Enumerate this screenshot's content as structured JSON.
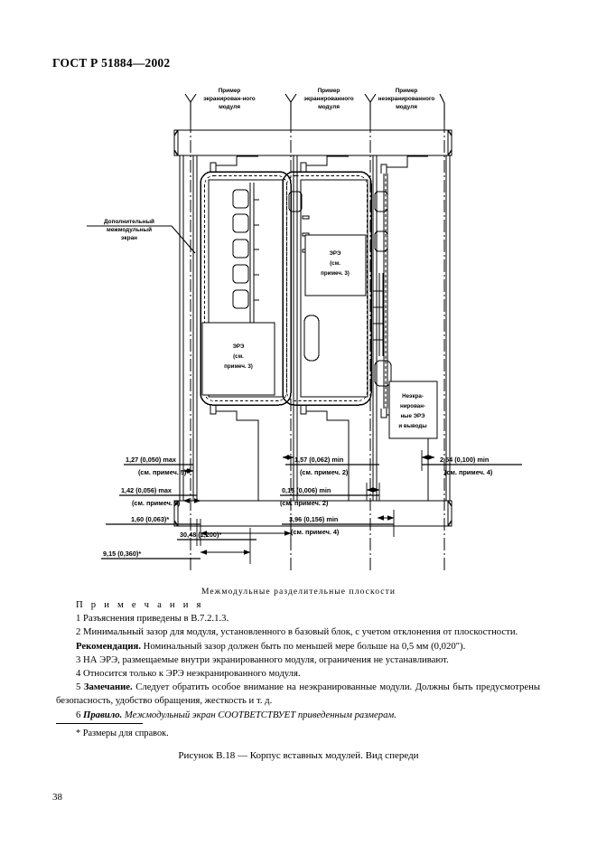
{
  "document": {
    "standard_header": "ГОСТ Р 51884—2002",
    "page_number": "38",
    "figure_caption": "Рисунок В.18 — Корпус вставных модулей. Вид спереди",
    "plane_caption": "Межмодульные разделительные плоскости",
    "footnote": "* Размеры для справок."
  },
  "diagram": {
    "top_labels": [
      {
        "line1": "Пример",
        "line2": "экранирован-ного",
        "line3": "модуля"
      },
      {
        "line1": "Пример",
        "line2": "экранированного",
        "line3": "модуля"
      },
      {
        "line1": "Пример",
        "line2": "неэкранированного",
        "line3": "модуля"
      }
    ],
    "callout_shield": {
      "line1": "Дополнительный",
      "line2": "межмодульный",
      "line3": "экран"
    },
    "box_left": {
      "line1": "ЭРЭ",
      "line2": "(см.",
      "line3": "примеч. 3)"
    },
    "box_mid": {
      "line1": "ЭРЭ",
      "line2": "(см.",
      "line3": "примеч. 3)"
    },
    "box_right": {
      "line1": "Неэкра-",
      "line2": "нирован-",
      "line3": "ные ЭРЭ",
      "line4": "и выводы"
    },
    "dimensions": {
      "left": [
        {
          "value": "1,27 (0,050) max",
          "note": "(см. примеч. 5)"
        },
        {
          "value": "1,42  (0,056) max",
          "note": "(см. примеч. 5)"
        },
        {
          "value": "1,60 (0,063)*",
          "note": ""
        },
        {
          "value": "9,15 (0,360)*",
          "note": ""
        }
      ],
      "center_top": {
        "value": "30,48 (1,200)*",
        "note": ""
      },
      "middle": [
        {
          "value": "1,57 (0,062) min",
          "note": "(см. примеч. 2)"
        },
        {
          "value": "0,15 (0,006) min",
          "note": "(см. примеч. 2)"
        },
        {
          "value": "3,96 (0,156) min",
          "note": "(см. примеч. 4)"
        }
      ],
      "right": [
        {
          "value": "2,54 (0,100) min",
          "note": "(см. примеч. 4)"
        }
      ]
    }
  },
  "notes": {
    "heading": "П р и м е ч а н и я",
    "items": [
      {
        "num": "1 ",
        "text": "Разъяснения приведены в В.7.2.1.3."
      },
      {
        "num": "2 ",
        "text": "Минимальный зазор для  модуля,    установленного в базовый блок, с учетом отклонения от плоскостности."
      },
      {
        "num": "",
        "bold_lead": "Рекомендация.",
        "text": " Номинальный зазор должен быть по меньшей мере больше на 0,5 мм (0,020\")."
      },
      {
        "num": "3 ",
        "text": "НА ЭРЭ, размещаемые внутри экранированного модуля, ограничения не устанавливают."
      },
      {
        "num": "4 ",
        "text": "Относится только к ЭРЭ неэкранированного модуля."
      },
      {
        "num": "5 ",
        "bold_lead": "Замечание.",
        "text": " Следует обратить особое внимание на неэкранированные модули. Должны быть предусмотрены безопасность, удобство обращения, жесткость и т. д."
      },
      {
        "num": "6 ",
        "bold_italic_lead": "Правило.",
        "italic_text": " Межмодульный экран СООТВЕТСТВУЕТ приведенным размерам."
      }
    ]
  }
}
